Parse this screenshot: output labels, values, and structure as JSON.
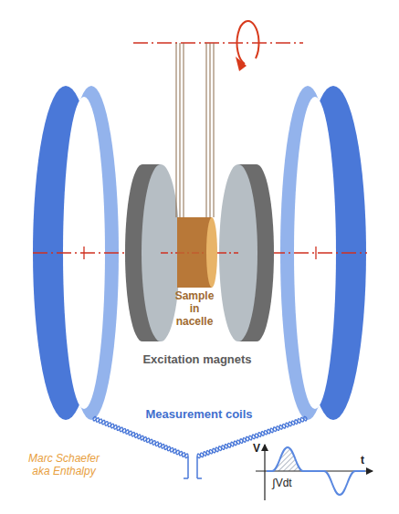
{
  "diagram": {
    "labels": [
      "Sample in nacelle",
      "Excitation magnets",
      "Measurement coils",
      "Marc Schaefer aka Enthalpy",
      "V",
      "t",
      "∫Vdt"
    ]
  }
}
